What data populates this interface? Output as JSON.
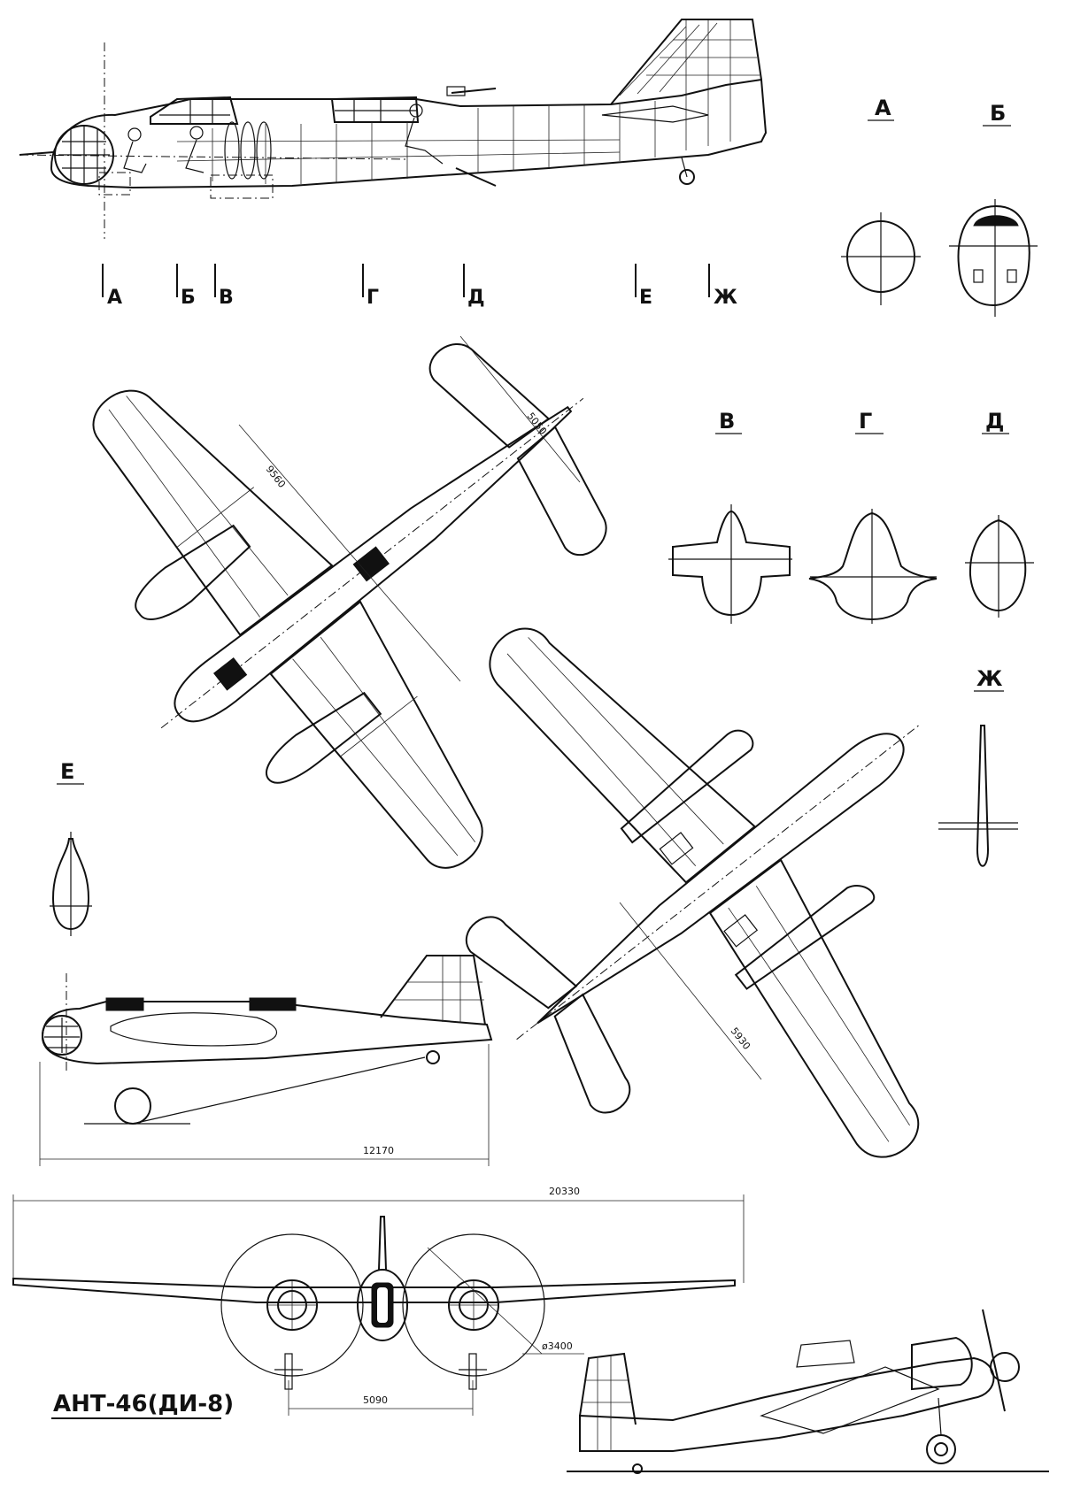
{
  "title": "АНТ-46(ДИ-8)",
  "section_markers": [
    "А",
    "Б",
    "В",
    "Г",
    "Д",
    "Е",
    "Ж"
  ],
  "section_titles": {
    "a": "А",
    "b": "Б",
    "v": "В",
    "g": "Г",
    "d": "Д",
    "e": "Е",
    "zh": "Ж"
  },
  "dimensions": {
    "tail_span": "5050",
    "stabilizer_span": "9560",
    "cabin_width": "5930",
    "length": "12170",
    "wingspan": "20330",
    "track": "5090",
    "propeller": "ø3400"
  }
}
